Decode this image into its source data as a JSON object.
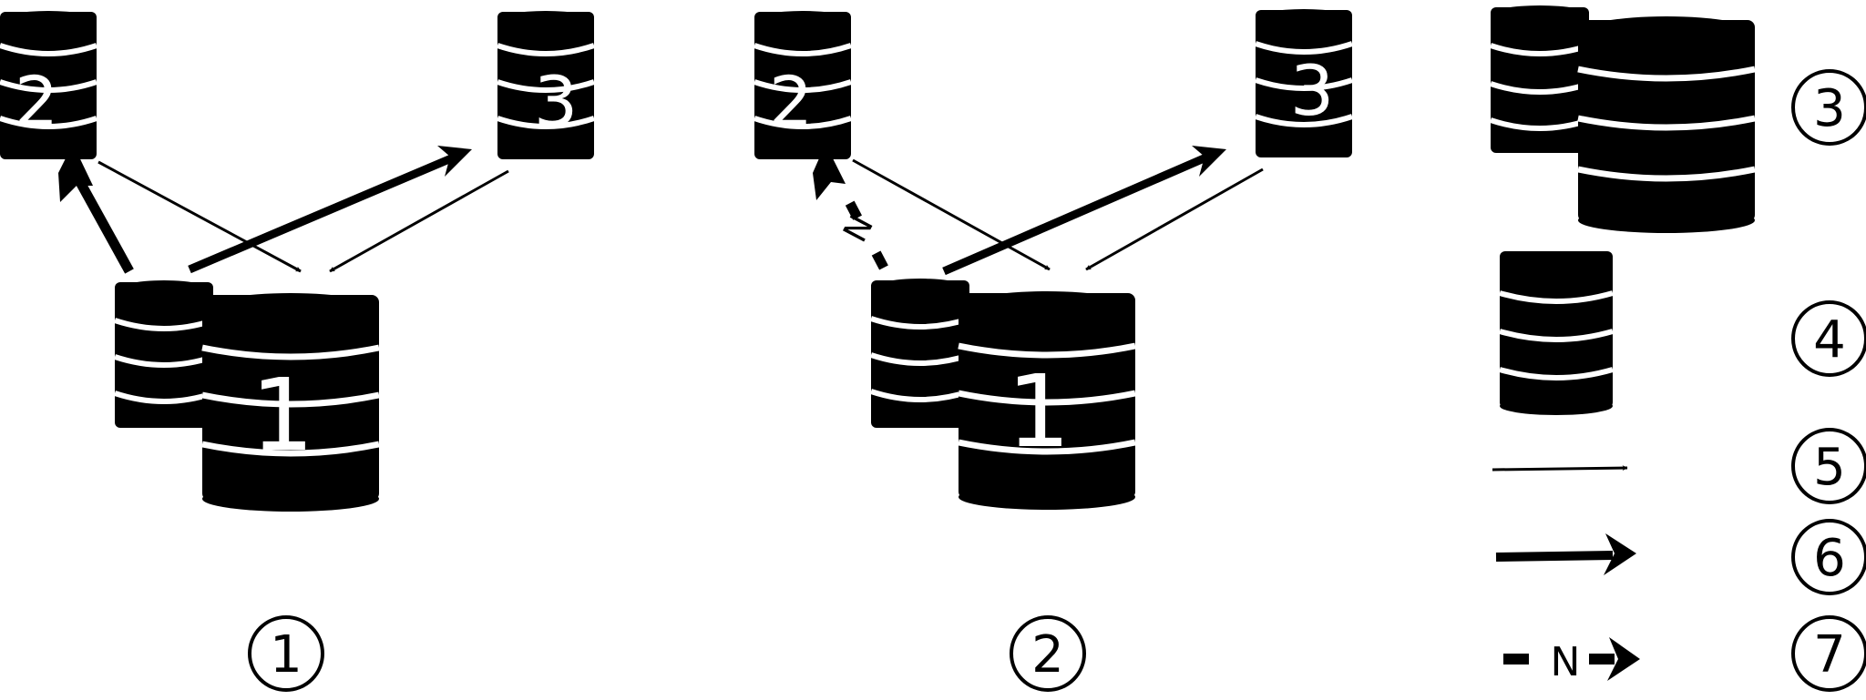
{
  "diagrams": [
    {
      "caption": "1",
      "main_db_label": "1",
      "left_db_label": "2",
      "right_db_label": "3",
      "left_link_label": ""
    },
    {
      "caption": "2",
      "main_db_label": "1",
      "left_db_label": "2",
      "right_db_label": "3",
      "left_link_label": "N"
    }
  ],
  "legend": [
    {
      "symbol": "database-cluster",
      "number": "3"
    },
    {
      "symbol": "database",
      "number": "4"
    },
    {
      "symbol": "thin-arrow",
      "number": "5"
    },
    {
      "symbol": "thick-arrow",
      "number": "6"
    },
    {
      "symbol": "n-arrow",
      "number": "7",
      "text": "N"
    }
  ],
  "colors": {
    "ink": "#000000",
    "paper": "#ffffff"
  }
}
